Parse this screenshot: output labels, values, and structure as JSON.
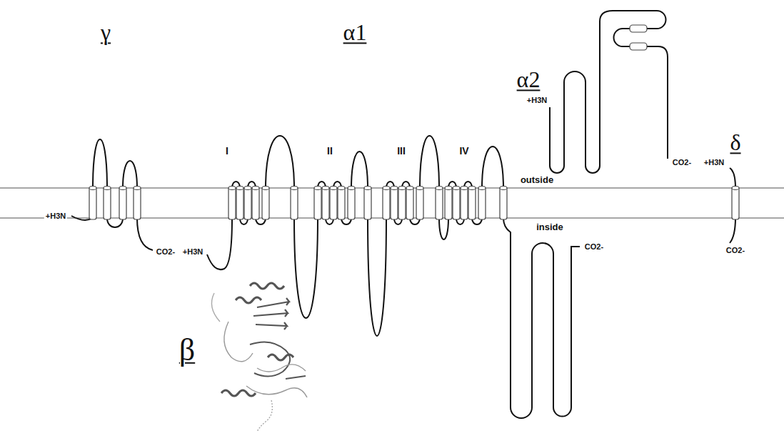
{
  "diagram": {
    "labels": [
      "γ",
      "α1",
      "α2",
      "+H3N",
      "I",
      "II",
      "III",
      "IV",
      "CO2-",
      "+H3N",
      "δ",
      "outside",
      "+H3N",
      "inside",
      "CO2-",
      "CO2-",
      "+H3N",
      "CO2-",
      "β"
    ]
  }
}
